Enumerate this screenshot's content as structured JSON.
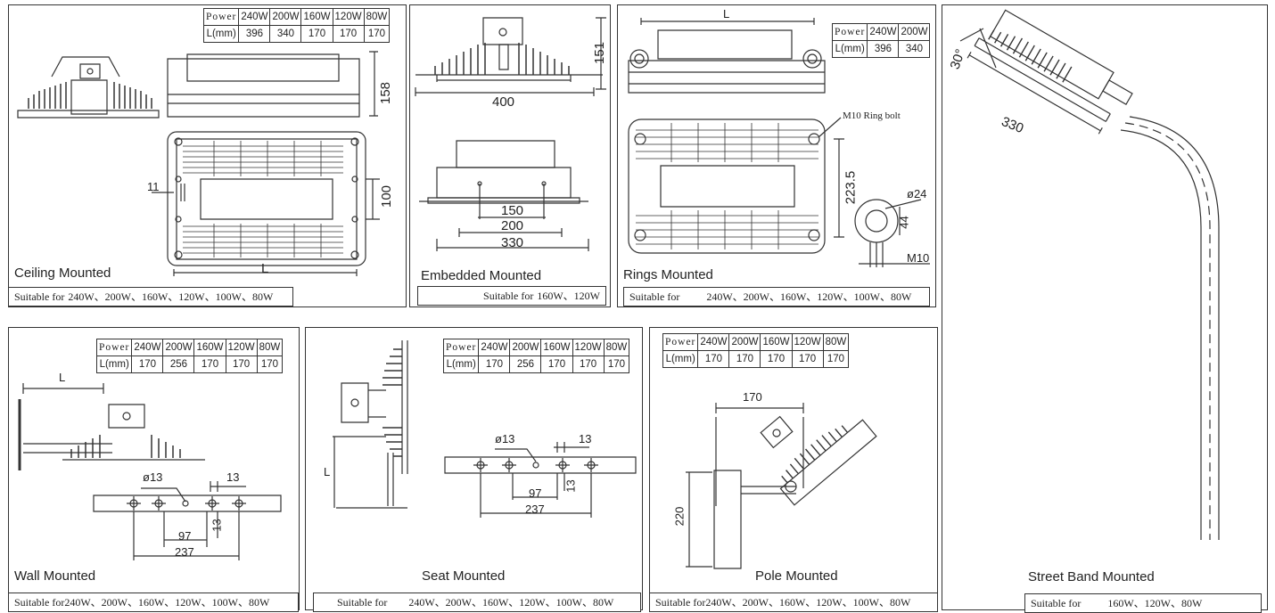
{
  "panels": {
    "ceiling": {
      "title": "Ceiling Mounted",
      "suitable_label": "Suitable for",
      "suitable_values": "240W、200W、160W、120W、100W、80W",
      "table": {
        "head": "Power",
        "unit": "L(mm)",
        "powers": [
          "240W",
          "200W",
          "160W",
          "120W",
          "80W"
        ],
        "lengths": [
          "396",
          "340",
          "170",
          "170",
          "170"
        ]
      },
      "dims": {
        "height": "158",
        "bolt_spacing": "100",
        "edge": "11",
        "length": "L"
      }
    },
    "embedded": {
      "title": "Embedded Mounted",
      "suitable_label": "Suitable for",
      "suitable_values": "160W、120W",
      "dims": {
        "height": "151",
        "width": "400",
        "d150": "150",
        "d200": "200",
        "d330": "330"
      }
    },
    "rings": {
      "title": "Rings Mounted",
      "suitable_label": "Suitable for",
      "suitable_values": "240W、200W、160W、120W、100W、80W",
      "table": {
        "head": "Power",
        "unit": "L(mm)",
        "powers": [
          "240W",
          "200W"
        ],
        "lengths": [
          "396",
          "340"
        ]
      },
      "dims": {
        "length": "L",
        "ring_bolt": "M10 Ring bolt",
        "height": "223.5",
        "ring_dia": "ø24",
        "ring_h": "44",
        "thread": "M10"
      }
    },
    "street": {
      "title": "Street Band Mounted",
      "suitable_label": "Suitable for",
      "suitable_values": "160W、120W、80W",
      "dims": {
        "angle": "30°",
        "length": "330"
      }
    },
    "wall": {
      "title": "Wall Mounted",
      "suitable_label": "Suitable for",
      "suitable_values": "240W、200W、160W、120W、100W、80W",
      "table": {
        "head": "Power",
        "unit": "L(mm)",
        "powers": [
          "240W",
          "200W",
          "160W",
          "120W",
          "80W"
        ],
        "lengths": [
          "170",
          "256",
          "170",
          "170",
          "170"
        ]
      },
      "dims": {
        "length": "L",
        "hole": "ø13",
        "gap": "13",
        "d97": "97",
        "d237": "237",
        "side": "13"
      }
    },
    "seat": {
      "title": "Seat Mounted",
      "suitable_label": "Suitable for",
      "suitable_values": "240W、200W、160W、120W、100W、80W",
      "table": {
        "head": "Power",
        "unit": "L(mm)",
        "powers": [
          "240W",
          "200W",
          "160W",
          "120W",
          "80W"
        ],
        "lengths": [
          "170",
          "256",
          "170",
          "170",
          "170"
        ]
      },
      "dims": {
        "length": "L",
        "hole": "ø13",
        "gap": "13",
        "d97": "97",
        "d237": "237",
        "side": "13"
      }
    },
    "pole": {
      "title": "Pole Mounted",
      "suitable_label": "Suitable for",
      "suitable_values": "240W、200W、160W、120W、100W、80W",
      "table": {
        "head": "Power",
        "unit": "L(mm)",
        "powers": [
          "240W",
          "200W",
          "160W",
          "120W",
          "80W"
        ],
        "lengths": [
          "170",
          "170",
          "170",
          "170",
          "170"
        ]
      },
      "dims": {
        "length": "170",
        "height": "220"
      }
    }
  },
  "colors": {
    "line": "#333333",
    "background": "#ffffff"
  }
}
